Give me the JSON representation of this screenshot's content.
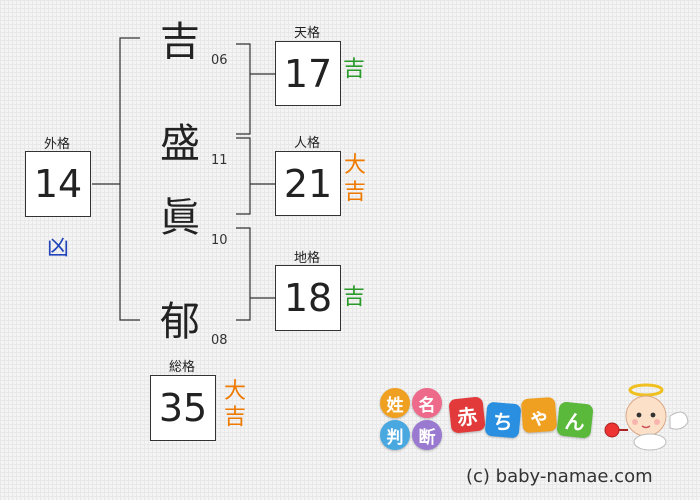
{
  "names": [
    {
      "char": "吉",
      "strokes": "06"
    },
    {
      "char": "盛",
      "strokes": "11"
    },
    {
      "char": "眞",
      "strokes": "10"
    },
    {
      "char": "郁",
      "strokes": "08"
    }
  ],
  "gaikaku": {
    "label": "外格",
    "value": "14",
    "fortune": "凶"
  },
  "tenkaku": {
    "label": "天格",
    "value": "17",
    "fortune": "吉"
  },
  "jinkaku": {
    "label": "人格",
    "value": "21",
    "fortune_top": "大",
    "fortune_bottom": "吉"
  },
  "chikaku": {
    "label": "地格",
    "value": "18",
    "fortune": "吉"
  },
  "soukaku": {
    "label": "総格",
    "value": "35",
    "fortune_top": "大",
    "fortune_bottom": "吉"
  },
  "logo": {
    "t1": "姓",
    "t2": "名",
    "t3": "判",
    "t4": "断",
    "t5": "赤",
    "t6": "ち",
    "t7": "ゃ",
    "t8": "ん"
  },
  "copyright": "(c) baby-namae.com",
  "colors": {
    "kichi": "#2a9a2a",
    "daikichi": "#ee7a00",
    "kyo": "#2244bb"
  }
}
